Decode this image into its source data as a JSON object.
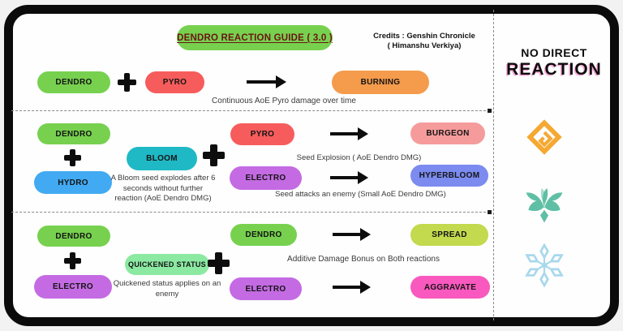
{
  "title": {
    "label": "DENDRO REACTION GUIDE ( 3.0 )"
  },
  "credits": {
    "line1": "Credits : Genshin Chronicle",
    "line2": "( Himanshu Verkiya)"
  },
  "colors": {
    "dendro": "#77D14F",
    "pyro": "#F75C5C",
    "burning": "#F59B4C",
    "hydro": "#42AAF2",
    "bloom": "#1FB9C5",
    "electro": "#C46BE3",
    "burgeon": "#F69B9B",
    "hyperbloom": "#7B8BEF",
    "quickened": "#8BE9A2",
    "spread": "#C3D94E",
    "aggravate": "#F958BE",
    "title_bg": "#77D14F",
    "title_text": "#6B1414",
    "geo": "#F5A832",
    "anemo": "#5FBFA5",
    "cryo": "#A8D8EC"
  },
  "row1": {
    "input1": "DENDRO",
    "input2": "PYRO",
    "result": "BURNING",
    "caption": "Continuous AoE Pyro damage over time"
  },
  "row2": {
    "input1": "DENDRO",
    "input2": "HYDRO",
    "mid": "BLOOM",
    "mid_caption": "A Bloom seed explodes after 6 seconds without further reaction (AoE Dendro DMG)",
    "branch1_input": "PYRO",
    "branch1_result": "BURGEON",
    "branch1_caption": "Seed Explosion ( AoE Dendro DMG)",
    "branch2_input": "ELECTRO",
    "branch2_result": "HYPERBLOOM",
    "branch2_caption": "Seed attacks an enemy (Small AoE Dendro DMG)"
  },
  "row3": {
    "input1": "DENDRO",
    "input2": "ELECTRO",
    "mid": "QUICKENED STATUS",
    "mid_caption": "Quickened status applies on an enemy",
    "branch1_input": "DENDRO",
    "branch1_result": "SPREAD",
    "branch2_input": "ELECTRO",
    "branch2_result": "AGGRAVATE",
    "shared_caption": "Additive Damage Bonus on Both reactions"
  },
  "sidebar": {
    "line1": "NO DIRECT",
    "line2": "REACTION"
  }
}
